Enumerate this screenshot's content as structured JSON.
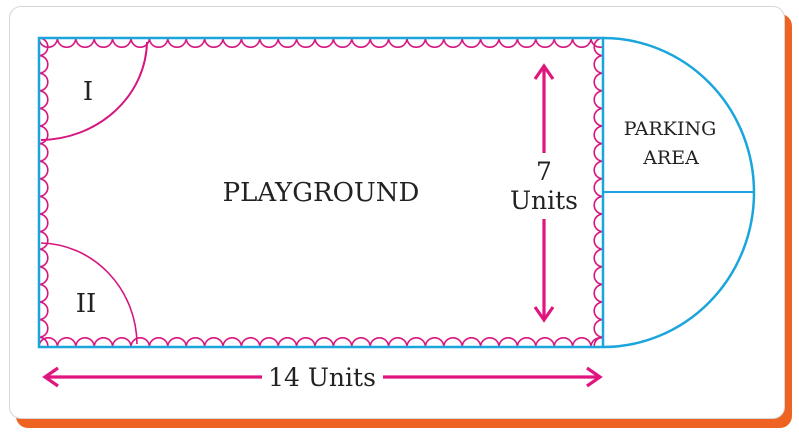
{
  "figure": {
    "playground_label": "PLAYGROUND",
    "parking_label_line1": "PARKING",
    "parking_label_line2": "AREA",
    "region_1_label": "I",
    "region_2_label": "II",
    "height_value": "7",
    "height_unit": "Units",
    "width_label": "14 Units"
  },
  "colors": {
    "outline": "#1aa6dd",
    "scallop": "#d6157f",
    "arrow": "#e0157f",
    "card_shadow": "#ee6321",
    "text": "#222222"
  },
  "dimensions": {
    "length_units": 14,
    "breadth_units": 7
  }
}
